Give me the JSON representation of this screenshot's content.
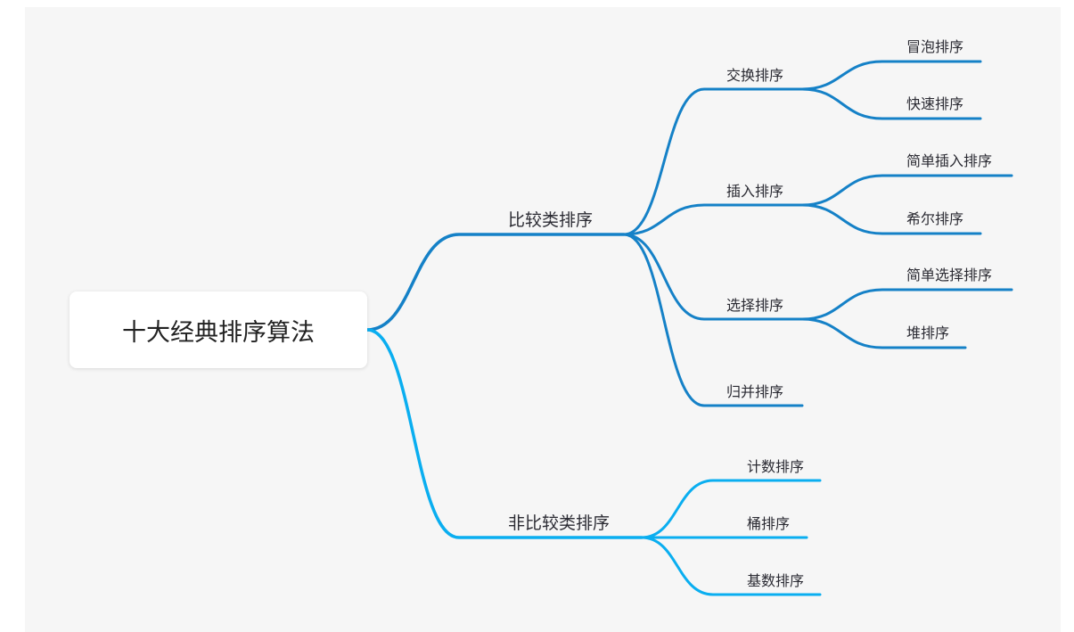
{
  "root": "十大经典排序算法",
  "colors": {
    "upper": "#1581c7",
    "lower": "#0aaef0",
    "background": "#f6f6f6"
  },
  "branches": [
    {
      "label": "比较类排序",
      "children": [
        {
          "label": "交换排序",
          "children": [
            "冒泡排序",
            "快速排序"
          ]
        },
        {
          "label": "插入排序",
          "children": [
            "简单插入排序",
            "希尔排序"
          ]
        },
        {
          "label": "选择排序",
          "children": [
            "简单选择排序",
            "堆排序"
          ]
        },
        {
          "label": "归并排序",
          "children": []
        }
      ]
    },
    {
      "label": "非比较类排序",
      "children": [
        {
          "label": "计数排序",
          "children": []
        },
        {
          "label": "桶排序",
          "children": []
        },
        {
          "label": "基数排序",
          "children": []
        }
      ]
    }
  ]
}
